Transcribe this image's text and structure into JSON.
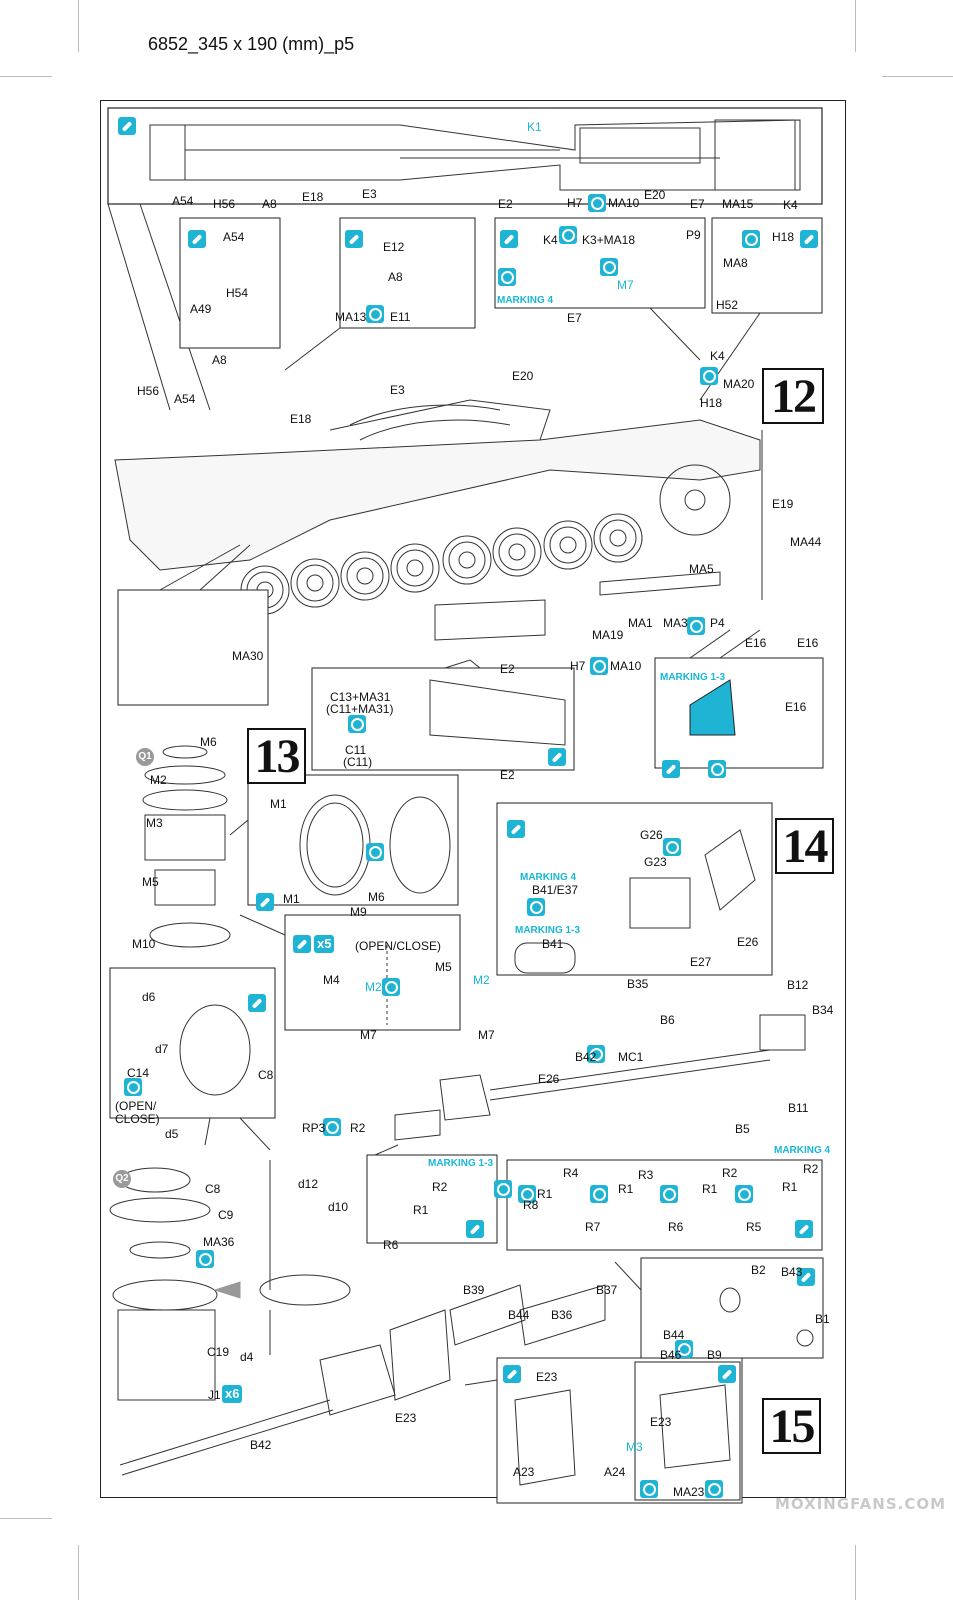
{
  "page_header": "6852_345 x 190 (mm)_p5",
  "steps": [
    "12",
    "13",
    "14",
    "15"
  ],
  "markings": {
    "m4_top": "MARKING 4",
    "m13": "MARKING 1-3",
    "m4_mid": "MARKING 4",
    "m13_mid": "MARKING 1-3",
    "m13_low": "MARKING 1-3",
    "m4_right": "MARKING 4"
  },
  "step12": {
    "top_labels": [
      "A54",
      "H56",
      "A8",
      "E18",
      "E3",
      "E2",
      "H7",
      "MA10",
      "E20",
      "E7",
      "MA15",
      "K4"
    ],
    "k1": "K1",
    "inset_labels": [
      "A54",
      "A49",
      "H54",
      "E12",
      "A8",
      "MA13",
      "E11",
      "K4",
      "K3+MA18",
      "P9",
      "M7",
      "H18",
      "MA8",
      "H52"
    ],
    "main_labels": [
      "A8",
      "H56",
      "A54",
      "E18",
      "E3",
      "E7",
      "E20",
      "K4",
      "MA20",
      "H18",
      "E19",
      "MA44",
      "MA5",
      "MA1",
      "MA3",
      "P4",
      "MA19",
      "E16",
      "E16",
      "H7",
      "MA10",
      "E2",
      "MA30"
    ],
    "sub_labels": [
      "C13+MA31",
      "(C11+MA31)",
      "C11",
      "(C11)",
      "E2",
      "E16"
    ]
  },
  "step13": {
    "q": "Q1",
    "labels": [
      "M6",
      "M2",
      "M3",
      "M5",
      "M10",
      "M1",
      "M1",
      "M9",
      "M6"
    ],
    "open_close": "(OPEN/CLOSE)",
    "x5": "x5",
    "sub_labels": [
      "M4",
      "M2",
      "M7",
      "M5",
      "M2",
      "M7"
    ]
  },
  "step_c": {
    "labels": [
      "d6",
      "d7",
      "C8",
      "C14",
      "d5"
    ],
    "open_close": "(OPEN/\nCLOSE)"
  },
  "step14": {
    "labels": [
      "G26",
      "G23",
      "B41/E37",
      "B41",
      "E27",
      "E26",
      "B35",
      "B12",
      "B34",
      "B6",
      "B42",
      "MC1",
      "E26",
      "B11",
      "B5",
      "RP3",
      "R2"
    ],
    "r_labels": [
      "R2",
      "R1",
      "R6",
      "R4",
      "R1",
      "R8",
      "R3",
      "R1",
      "R7",
      "R2",
      "R1",
      "R6",
      "R2",
      "R1",
      "R5"
    ]
  },
  "step15": {
    "q": "Q2",
    "labels": [
      "C8",
      "C9",
      "MA36",
      "C19",
      "J1",
      "x6",
      "d12",
      "d10",
      "d4",
      "B39",
      "B44",
      "B36",
      "B37",
      "E23",
      "B42",
      "B2",
      "B43",
      "B1",
      "B44",
      "B46",
      "B9",
      "E23",
      "A23",
      "M3",
      "A24",
      "E23",
      "MA23"
    ]
  },
  "watermark": "MOXINGFANS.COM"
}
